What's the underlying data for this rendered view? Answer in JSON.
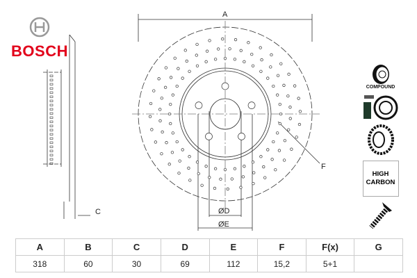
{
  "brand": {
    "name": "BOSCH",
    "color": "#e2001a"
  },
  "drawing_labels": {
    "a": "A",
    "c": "C",
    "d": "ØD",
    "e": "ØE",
    "f": "F"
  },
  "features": {
    "compound": "COMPOUND",
    "high_carbon_line1": "HIGH",
    "high_carbon_line2": "CARBON"
  },
  "spec_table": {
    "headers": [
      "A",
      "B",
      "C",
      "D",
      "E",
      "F",
      "F(x)",
      "G"
    ],
    "values": [
      "318",
      "60",
      "30",
      "69",
      "112",
      "15,2",
      "5+1",
      ""
    ]
  }
}
